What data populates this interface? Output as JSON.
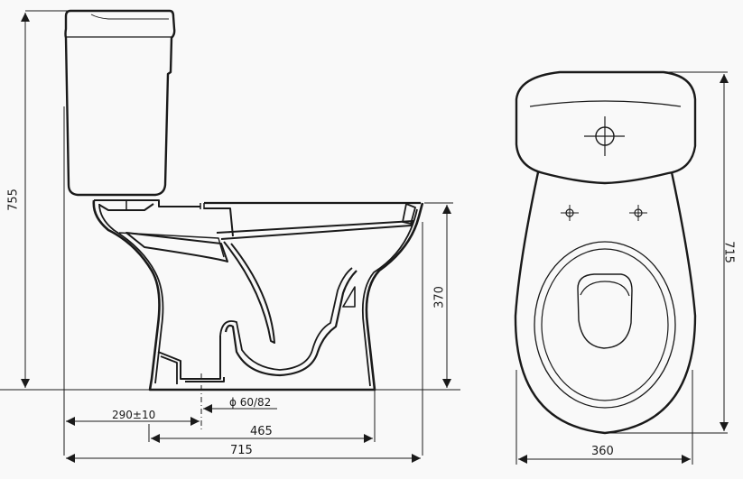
{
  "drawing": {
    "side_view": {
      "dimensions": {
        "total_height": "755",
        "bowl_height": "370",
        "outlet_offset": "290±10",
        "outlet_diameter": "ϕ 60/82",
        "base_length": "465",
        "total_length": "715"
      }
    },
    "top_view": {
      "dimensions": {
        "total_depth": "715",
        "width": "360"
      }
    }
  }
}
